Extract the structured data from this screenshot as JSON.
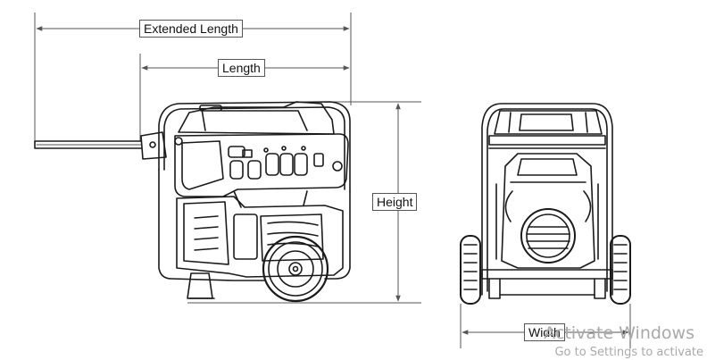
{
  "dimensions": {
    "extended_length": "Extended Length",
    "length": "Length",
    "height": "Height",
    "width": "Width"
  },
  "watermark": {
    "title": "Activate Windows",
    "subtitle": "Go to Settings to activate"
  },
  "colors": {
    "line": "#1a1a1a",
    "dimension_line": "#555555",
    "watermark": "#a9a9a9"
  }
}
